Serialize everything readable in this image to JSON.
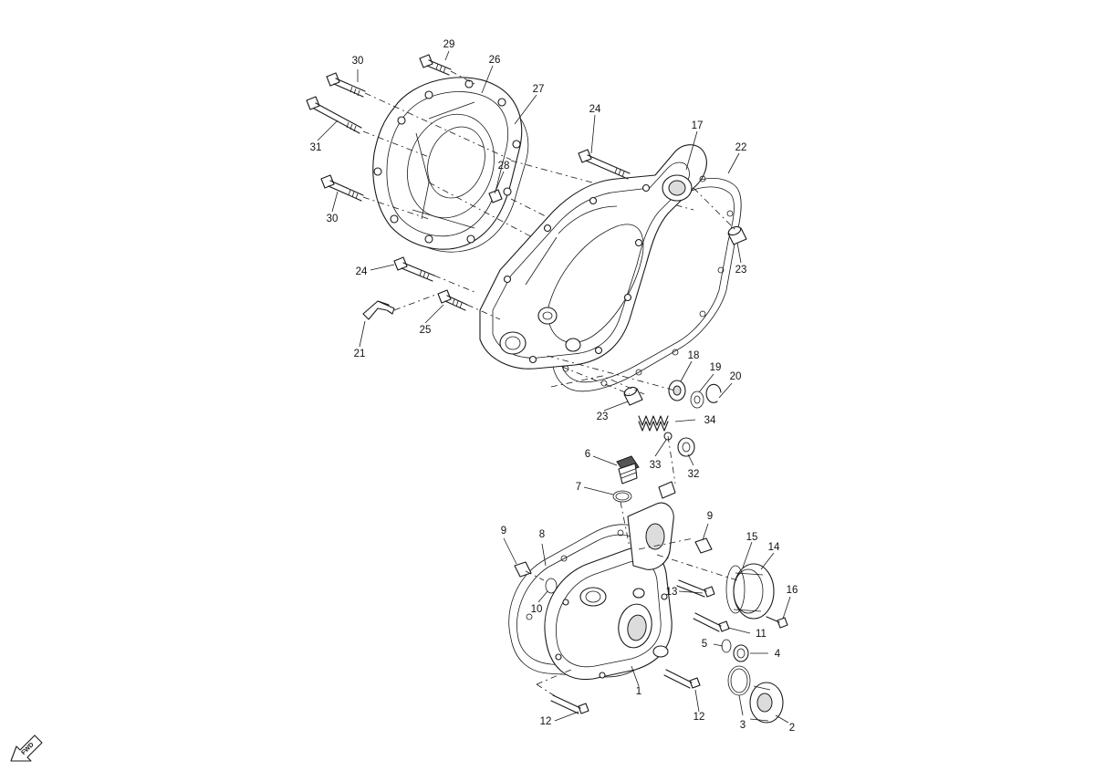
{
  "parts": [
    {
      "id": "p1",
      "label": "1"
    },
    {
      "id": "p2",
      "label": "2"
    },
    {
      "id": "p3",
      "label": "3"
    },
    {
      "id": "p4",
      "label": "4"
    },
    {
      "id": "p5",
      "label": "5"
    },
    {
      "id": "p6",
      "label": "6"
    },
    {
      "id": "p7",
      "label": "7"
    },
    {
      "id": "p8",
      "label": "8"
    },
    {
      "id": "p9a",
      "label": "9"
    },
    {
      "id": "p9b",
      "label": "9"
    },
    {
      "id": "p10",
      "label": "10"
    },
    {
      "id": "p11",
      "label": "11"
    },
    {
      "id": "p12a",
      "label": "12"
    },
    {
      "id": "p12b",
      "label": "12"
    },
    {
      "id": "p13",
      "label": "13"
    },
    {
      "id": "p14",
      "label": "14"
    },
    {
      "id": "p15",
      "label": "15"
    },
    {
      "id": "p16",
      "label": "16"
    },
    {
      "id": "p17",
      "label": "17"
    },
    {
      "id": "p18",
      "label": "18"
    },
    {
      "id": "p19",
      "label": "19"
    },
    {
      "id": "p20",
      "label": "20"
    },
    {
      "id": "p21",
      "label": "21"
    },
    {
      "id": "p22",
      "label": "22"
    },
    {
      "id": "p23a",
      "label": "23"
    },
    {
      "id": "p23b",
      "label": "23"
    },
    {
      "id": "p24a",
      "label": "24"
    },
    {
      "id": "p24b",
      "label": "24"
    },
    {
      "id": "p25",
      "label": "25"
    },
    {
      "id": "p26",
      "label": "26"
    },
    {
      "id": "p27",
      "label": "27"
    },
    {
      "id": "p28",
      "label": "28"
    },
    {
      "id": "p29",
      "label": "29"
    },
    {
      "id": "p30a",
      "label": "30"
    },
    {
      "id": "p30b",
      "label": "30"
    },
    {
      "id": "p31",
      "label": "31"
    },
    {
      "id": "p32",
      "label": "32"
    },
    {
      "id": "p33",
      "label": "33"
    },
    {
      "id": "p34",
      "label": "34"
    }
  ],
  "direction_marker": {
    "label": "FWD"
  }
}
